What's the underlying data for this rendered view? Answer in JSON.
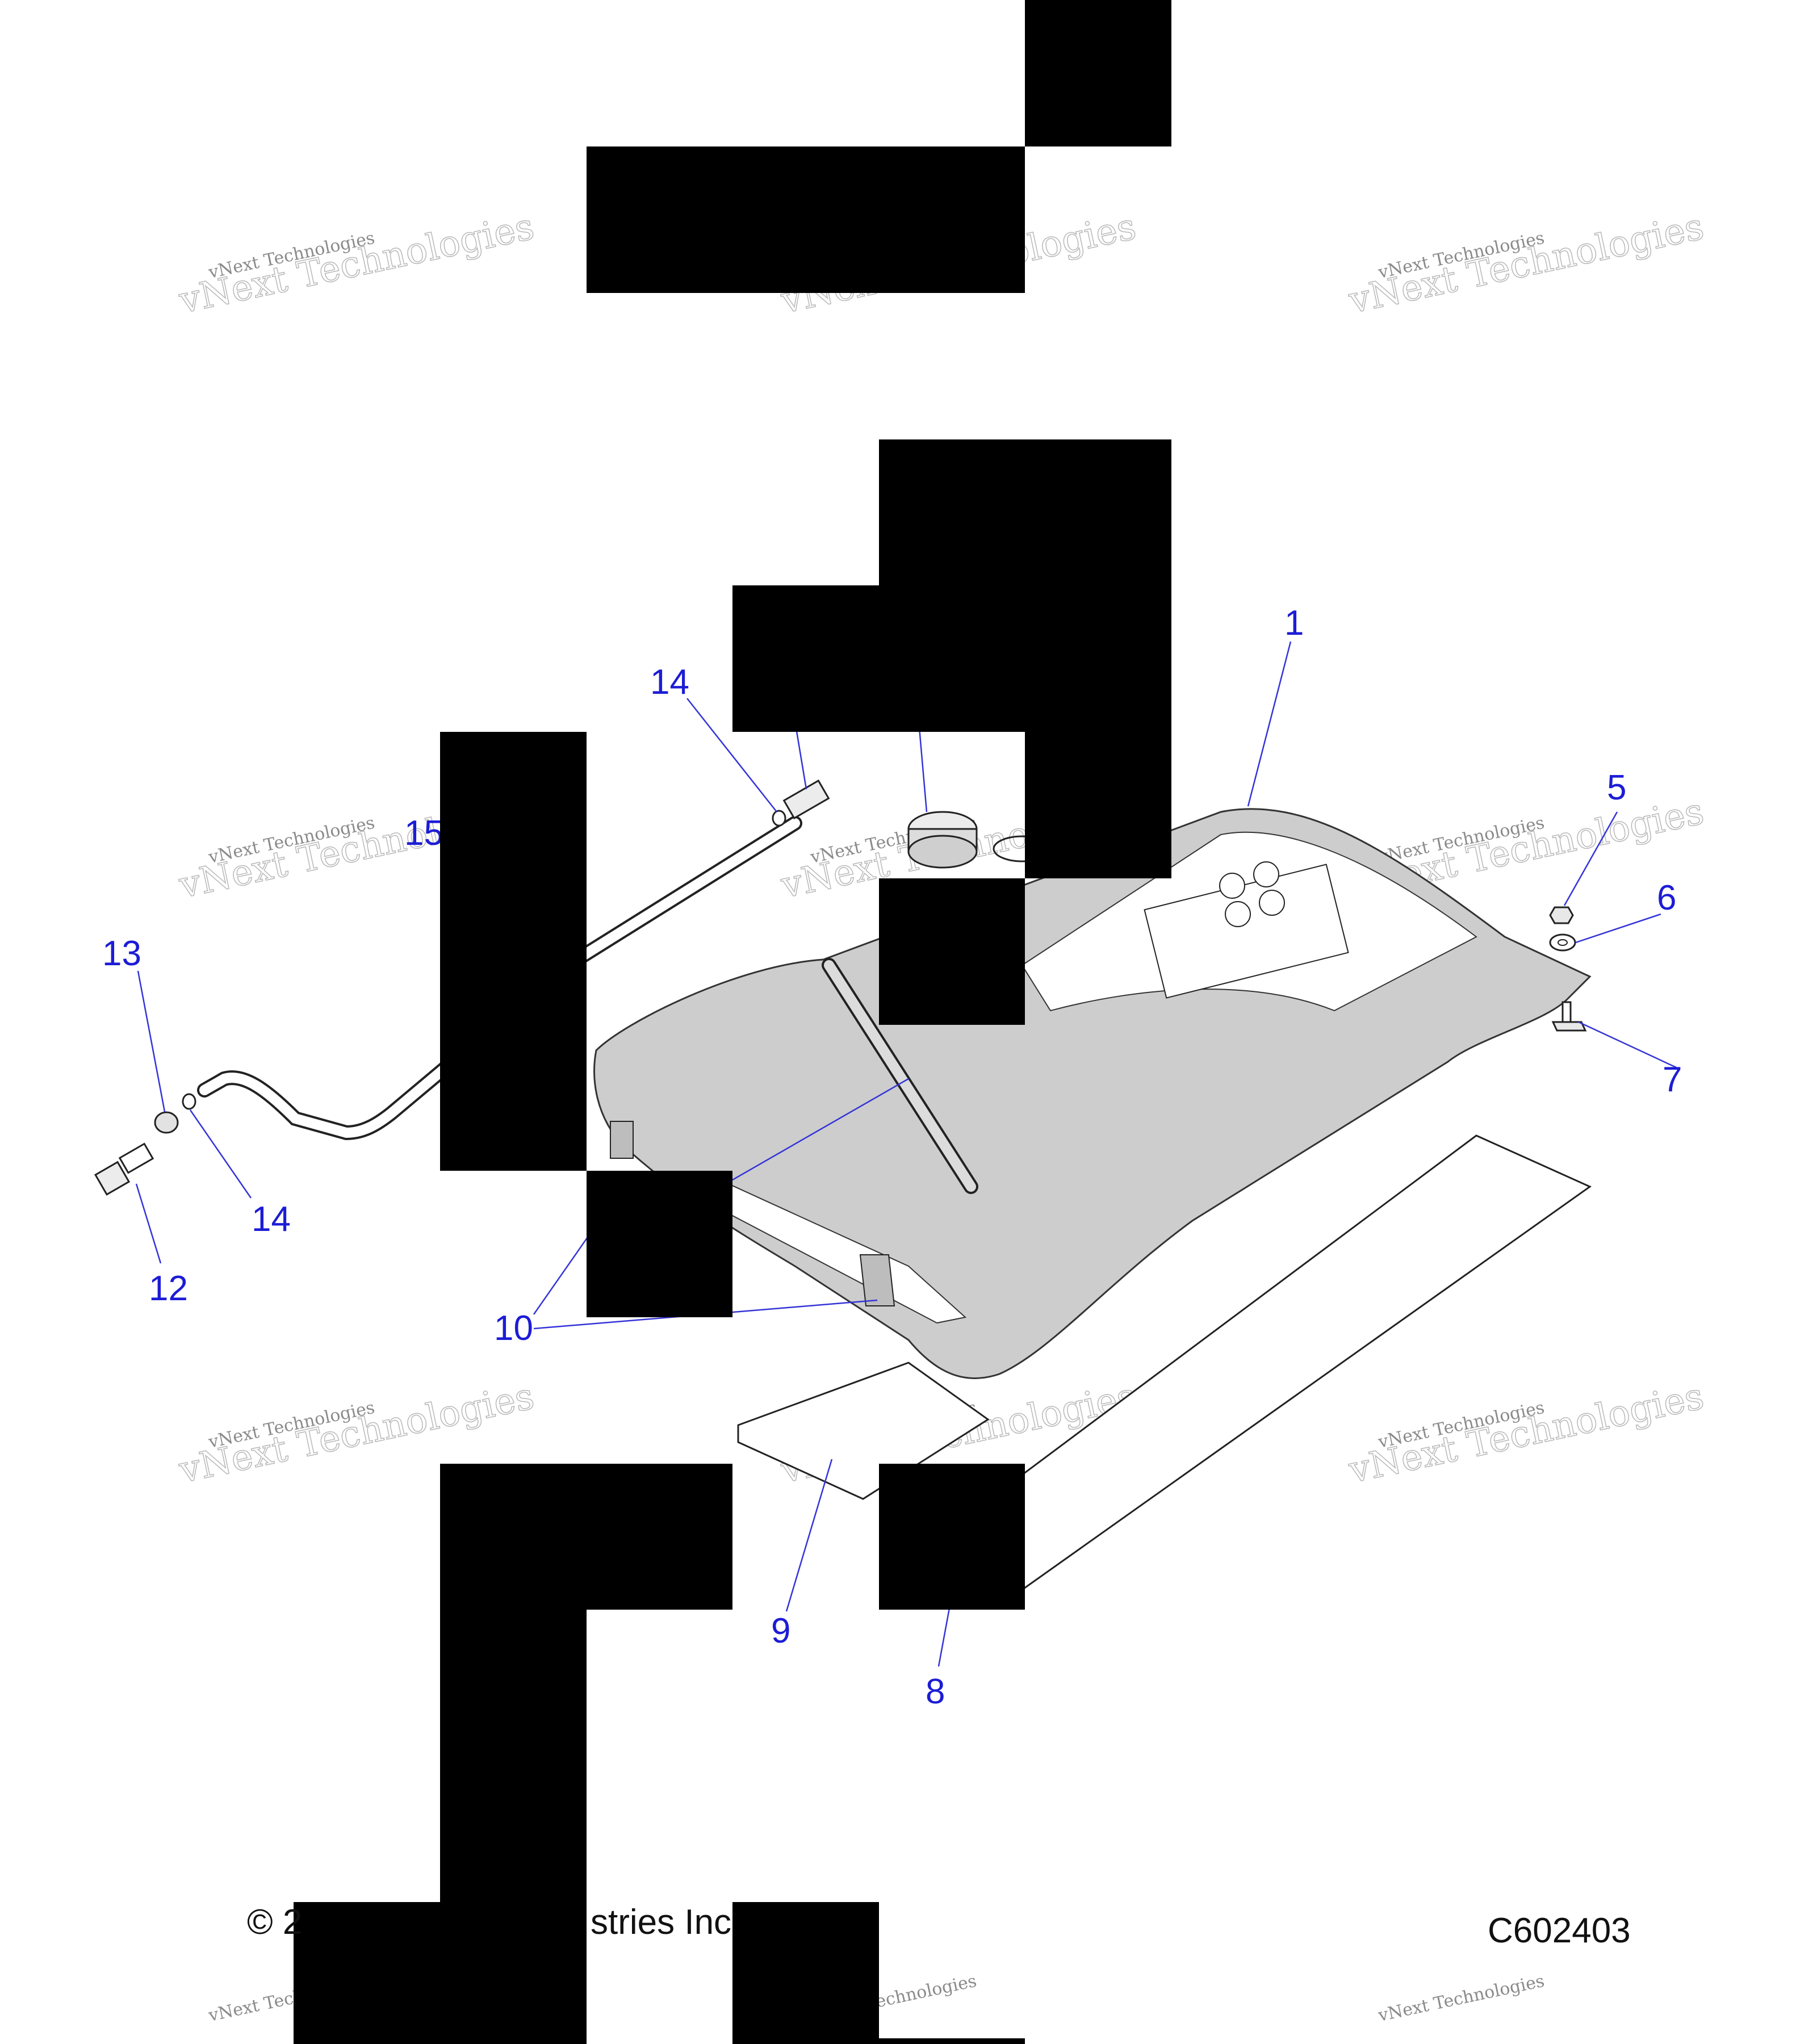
{
  "diagram": {
    "callouts": [
      {
        "id": "c1",
        "label": "1"
      },
      {
        "id": "c5",
        "label": "5"
      },
      {
        "id": "c6",
        "label": "6"
      },
      {
        "id": "c7",
        "label": "7"
      },
      {
        "id": "c8",
        "label": "8"
      },
      {
        "id": "c9",
        "label": "9"
      },
      {
        "id": "c10",
        "label": "10"
      },
      {
        "id": "c12",
        "label": "12"
      },
      {
        "id": "c13",
        "label": "13"
      },
      {
        "id": "c14a",
        "label": "14"
      },
      {
        "id": "c14b",
        "label": "14"
      },
      {
        "id": "c15",
        "label": "15"
      }
    ],
    "watermark_line1": "vNext Technologies",
    "watermark_line2": "vNext Technologies"
  },
  "footer": {
    "copyright_fragment_left": "© 2",
    "copyright_fragment_right": "stries Inc",
    "figure_code": "C602403"
  },
  "colors": {
    "callout": "#1c1cd6",
    "tank_gray": "#cdcdcd",
    "redaction": "#000000"
  }
}
